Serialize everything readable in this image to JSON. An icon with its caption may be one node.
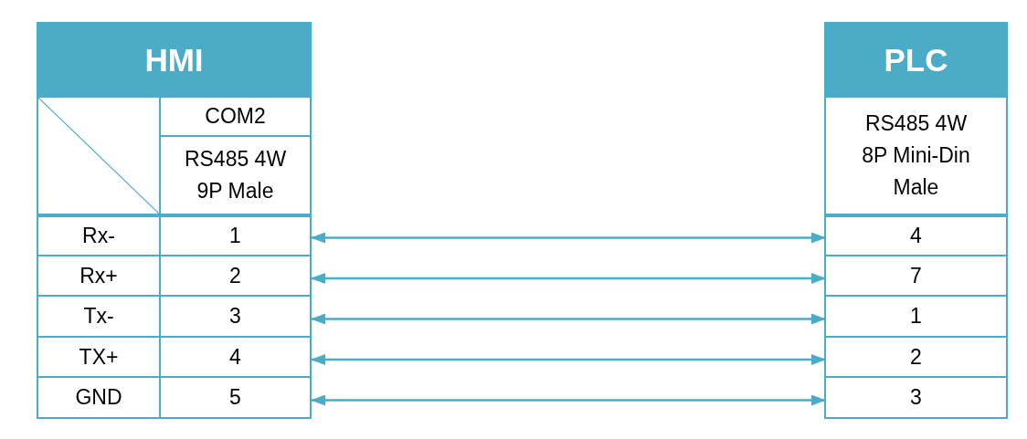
{
  "diagram": {
    "nodes": [
      {
        "text": [
          "HMI"
        ]
      },
      {
        "text": [],
        "shape": "box",
        "in": 0
      },
      {
        "text": [
          "COM2"
        ],
        "in": 0
      },
      {
        "text": [
          "RS485 4W 9P Male"
        ],
        "in": 0
      },
      {
        "text": [
          "Rx-"
        ],
        "in": 0
      },
      {
        "text": [
          "1"
        ],
        "in": 0
      },
      {
        "text": [
          "Rx+"
        ],
        "in": 0
      },
      {
        "text": [
          "2"
        ],
        "in": 0
      },
      {
        "text": [
          "Tx-"
        ],
        "in": 0
      },
      {
        "text": [
          "3"
        ],
        "in": 0
      },
      {
        "text": [
          "TX+"
        ],
        "in": 0
      },
      {
        "text": [
          "4"
        ],
        "in": 0
      },
      {
        "text": [
          "GND"
        ],
        "in": 0
      },
      {
        "text": [
          "5"
        ],
        "in": 0
      },
      {
        "text": [
          "PLC"
        ]
      },
      {
        "text": [
          "RS485 4W 8P Mini-Din Male"
        ],
        "in": 14
      },
      {
        "text": [
          "4"
        ],
        "in": 14
      },
      {
        "text": [
          "7"
        ],
        "in": 14
      },
      {
        "text": [
          "1"
        ],
        "in": 14
      },
      {
        "text": [
          "2"
        ],
        "in": 14
      },
      {
        "text": [
          "3"
        ],
        "in": 14
      }
    ],
    "edges": [
      {
        "from": 5,
        "to": 16,
        "arrow": "both"
      },
      {
        "from": 7,
        "to": 17,
        "arrow": "both"
      },
      {
        "from": 9,
        "to": 18,
        "arrow": "both"
      },
      {
        "from": 11,
        "to": 19,
        "arrow": "both"
      },
      {
        "from": 13,
        "to": 20,
        "arrow": "both"
      }
    ]
  }
}
